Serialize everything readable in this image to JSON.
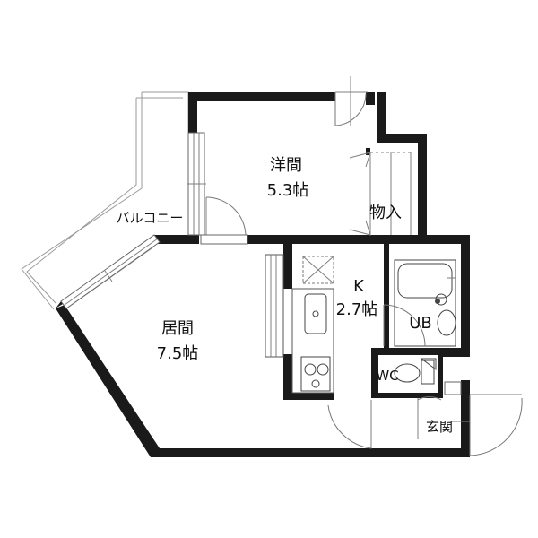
{
  "rooms": {
    "western": {
      "name": "洋間",
      "size": "5.3帖"
    },
    "storage": {
      "name": "物入"
    },
    "balcony": {
      "name": "バルコニー"
    },
    "living": {
      "name": "居間",
      "size": "7.5帖"
    },
    "kitchen": {
      "name": "K",
      "size": "2.7帖"
    },
    "bath": {
      "name": "UB"
    },
    "toilet": {
      "name": "WC"
    },
    "entrance": {
      "name": "玄関"
    }
  }
}
